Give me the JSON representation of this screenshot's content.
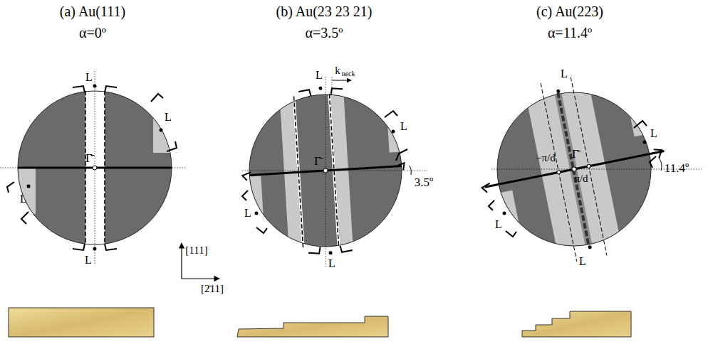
{
  "diagram": {
    "labels": [
      "(a) Au(111)",
      "α=0º",
      "(b) Au(23 23 21)",
      "α=3.5º",
      "(c) Au(223)",
      "α=11.4º",
      "L",
      "L",
      "L",
      "L",
      "Γ̄",
      "L",
      "k",
      "neck",
      "L",
      "L",
      "L",
      "Γ̄",
      "3.5º",
      "L",
      "L",
      "L",
      "L",
      "−π/d",
      "Γ̄",
      "π/d",
      "11.4º",
      "[111]",
      "[2̄11]"
    ]
  }
}
